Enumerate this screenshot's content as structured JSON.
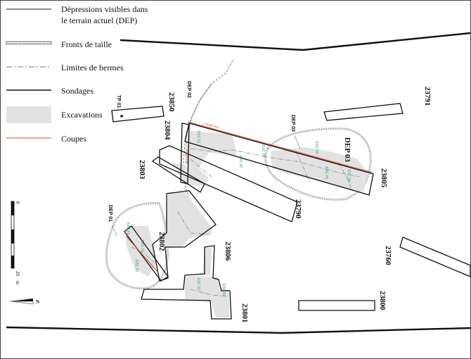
{
  "legend": {
    "dep_line1": "Dépressions visibles dans",
    "dep_line2": "le terrain actuel (DEP)",
    "fronts": "Fronts de taille",
    "bermes": "Limites de bermes",
    "sondages": "Sondages",
    "excavations": "Excavations",
    "coupes": "Coupes"
  },
  "sondage_labels": {
    "s23850": "23850",
    "s23804": "23804",
    "s23803": "23803",
    "s23802": "23802",
    "s23790": "23790",
    "s23791": "23791",
    "s23805": "23805",
    "s23806": "23806",
    "s23801": "23801",
    "s23760": "23760",
    "s23800": "23800"
  },
  "dep_labels": {
    "dep01": "DEP 01",
    "dep02": "DEP 02",
    "dep03a": "DEP 03",
    "dep03b": "DEP 03",
    "tp01": "TP 01"
  },
  "exc_labels": {
    "e1": "EXC 01",
    "e2": "EXC 02",
    "e3": "EXC 03",
    "e4": "EXC 04",
    "e5": "EXC 05",
    "e6": "EXC 06",
    "e7": "EXC 01",
    "e8": "EXC 02",
    "e9": "EXC 03",
    "e10": "EXC 01",
    "e11": "EXC 02"
  },
  "coupe_labels": {
    "c1": "Coupe Ca1",
    "c2": "Coupe Ca2"
  },
  "scale": {
    "start": "0",
    "end": "20",
    "unit": "m"
  },
  "north": "N",
  "colors": {
    "excavation_fill": "#e2e2e2",
    "coupe_red": "#d2451e",
    "exc_teal": "#2a9a8a",
    "line": "#111111"
  }
}
